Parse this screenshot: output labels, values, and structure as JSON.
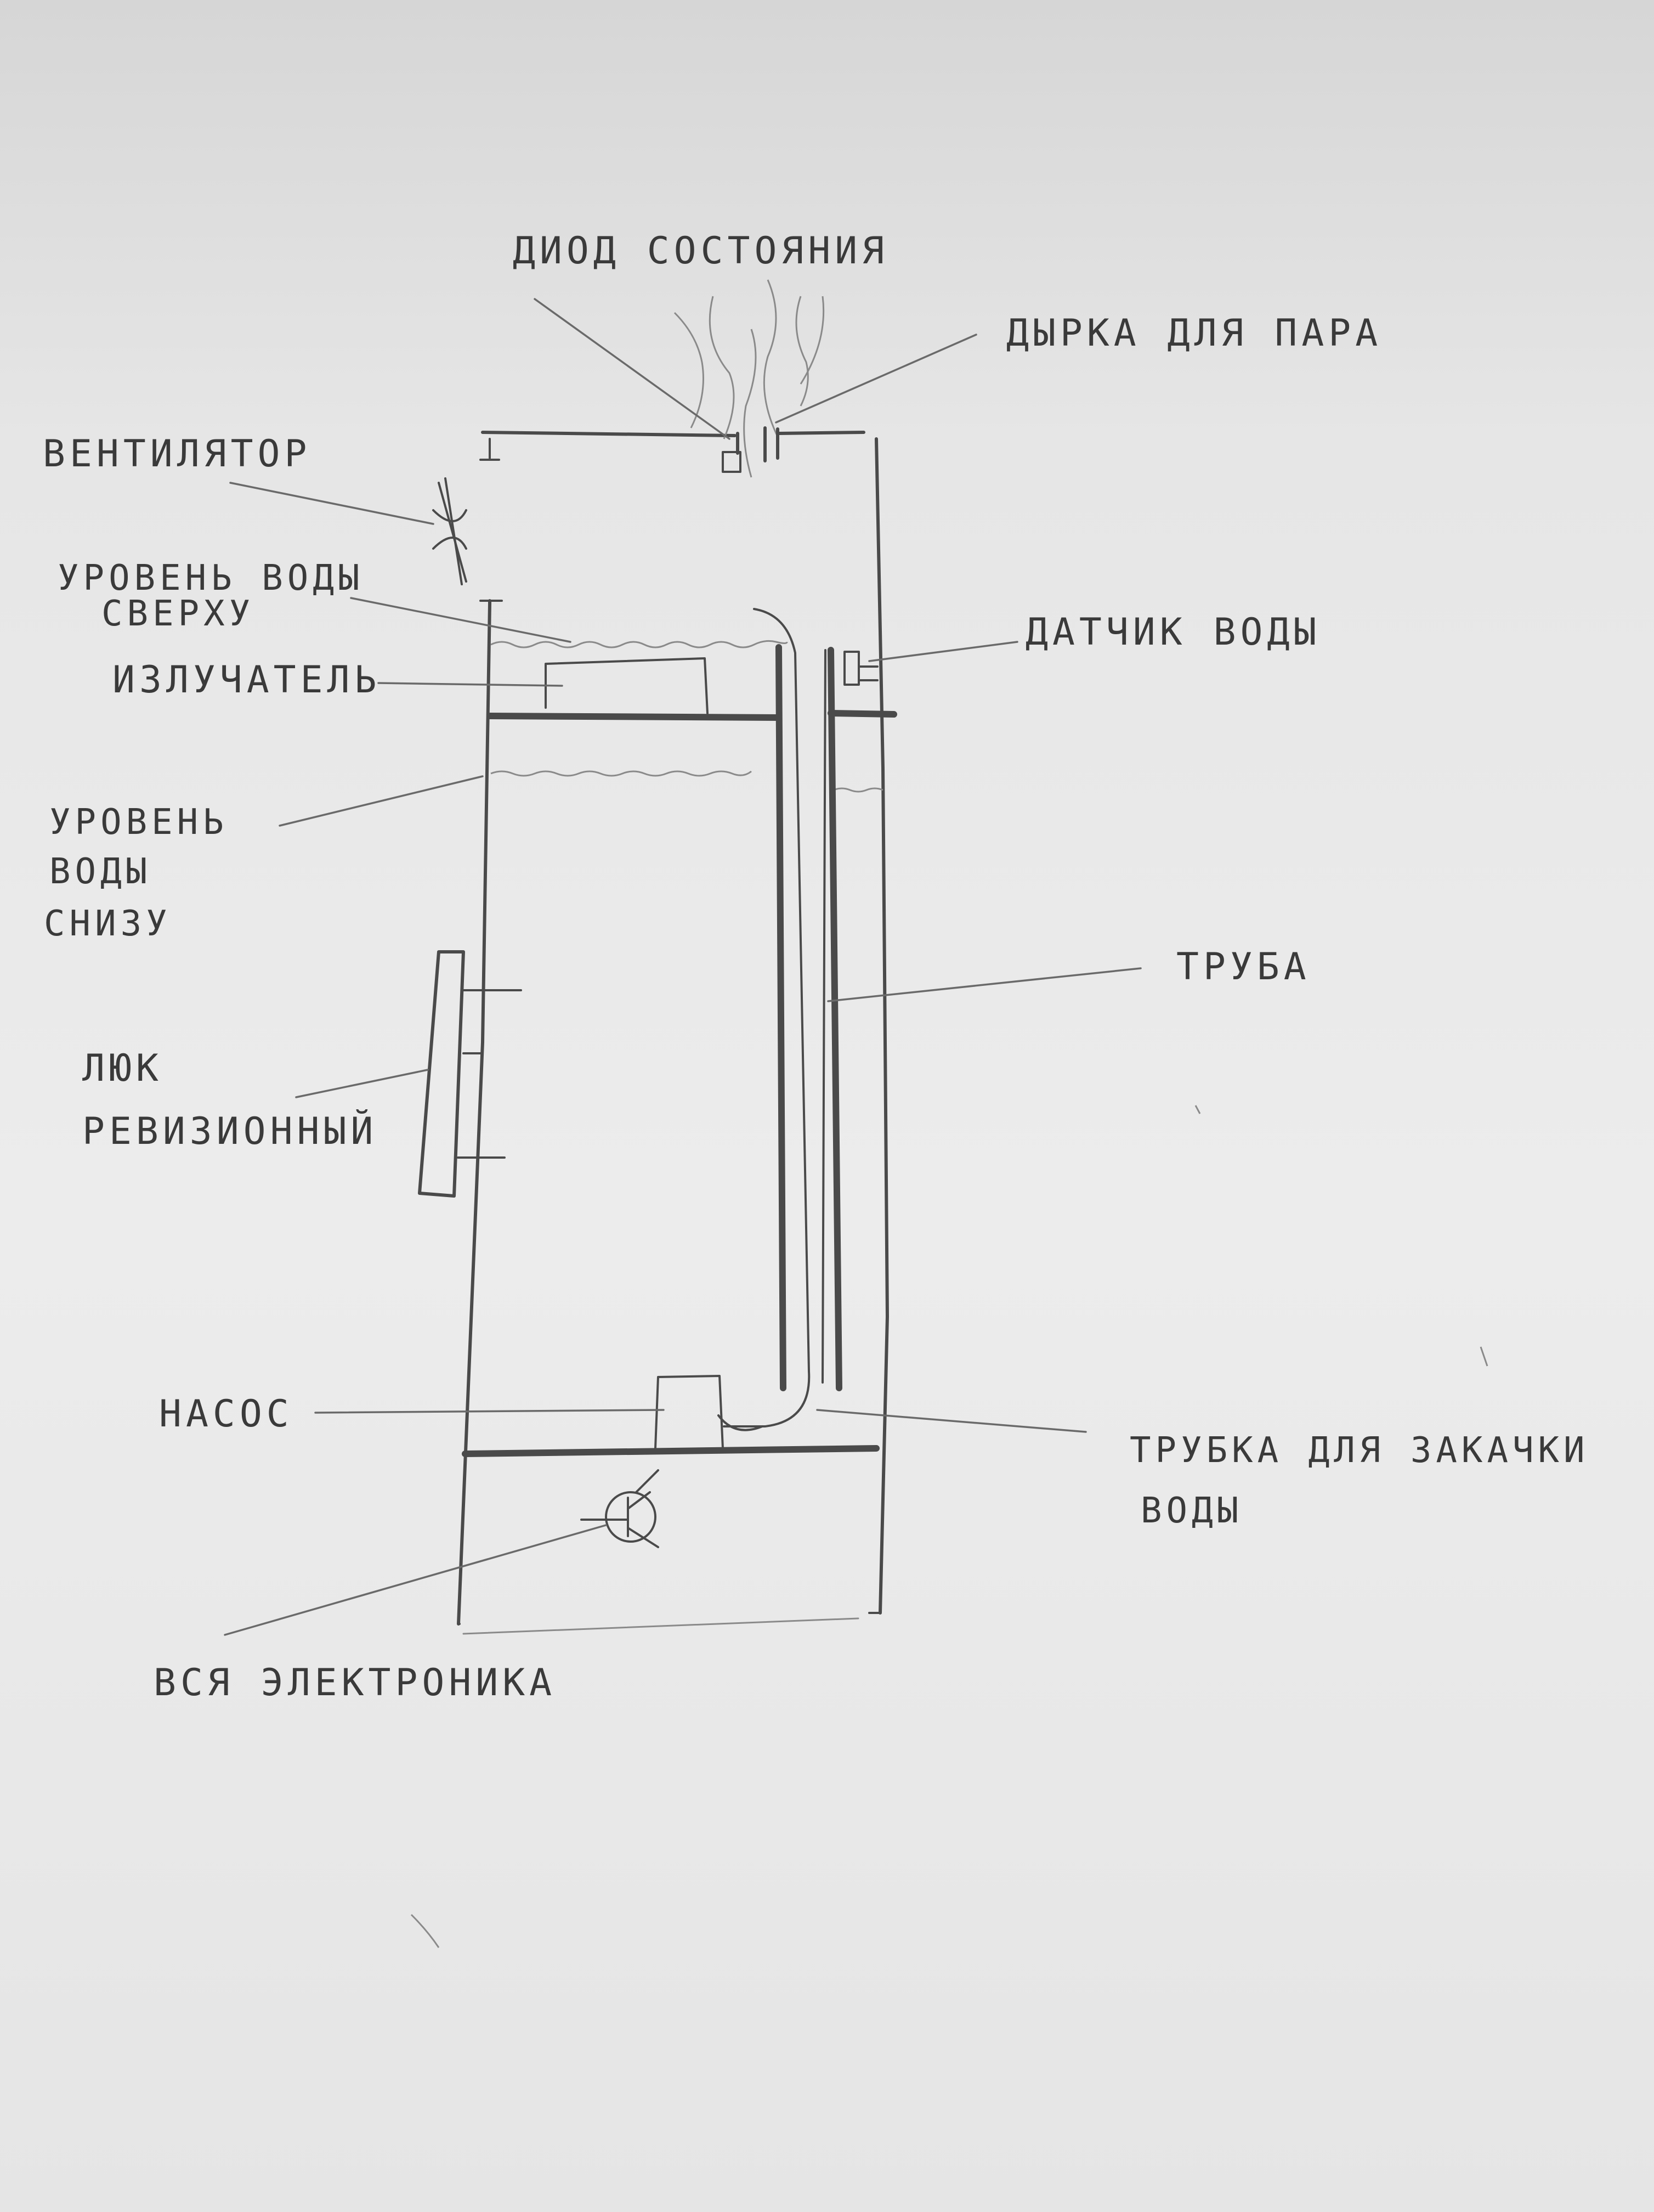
{
  "labels": {
    "status_diode": "ДИОД СОСТОЯНИЯ",
    "steam_hole": "ДЫРКА ДЛЯ ПАРА",
    "fan": "ВЕНТИЛЯТОР",
    "water_level_top_1": "УРОВЕНЬ ВОДЫ",
    "water_level_top_2": "СВЕРХУ",
    "water_sensor": "ДАТЧИК ВОДЫ",
    "emitter": "ИЗЛУЧАТЕЛЬ",
    "water_level_bottom_1": "УРОВЕНЬ",
    "water_level_bottom_2": "ВОДЫ",
    "water_level_bottom_3": "СНИЗУ",
    "pipe": "ТРУБА",
    "hatch_1": "ЛЮК",
    "hatch_2": "РЕВИЗИОННЫЙ",
    "pump": "НАСОС",
    "intake_tube_1": "ТРУБКА ДЛЯ ЗАКАЧКИ",
    "intake_tube_2": "ВОДЫ",
    "electronics": "ВСЯ ЭЛЕКТРОНИКА"
  },
  "colors": {
    "paper": "#ececec",
    "pencil": "#4a4a4a",
    "text": "#3a3a3a"
  }
}
